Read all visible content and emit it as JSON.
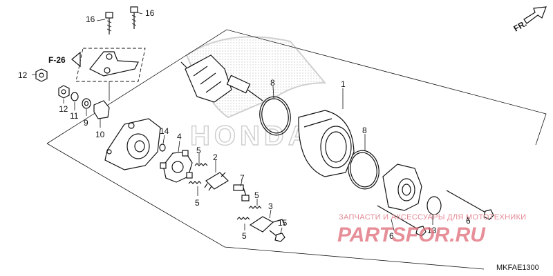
{
  "diagram": {
    "fr_label": "FR.",
    "ref_label": "F-26",
    "code": "MKFAE1300",
    "logo_text": "HONDA",
    "callouts": {
      "c1": "1",
      "c2": "2",
      "c3": "3",
      "c4": "4",
      "c5a": "5",
      "c5b": "5",
      "c5c": "5",
      "c5d": "5",
      "c6a": "6",
      "c6b": "6",
      "c7": "7",
      "c8a": "8",
      "c8b": "8",
      "c9": "9",
      "c10": "10",
      "c11": "11",
      "c12a": "12",
      "c12b": "12",
      "c13": "13",
      "c14": "14",
      "c15": "15",
      "c16a": "16",
      "c16b": "16"
    }
  },
  "watermark": {
    "line1": "ЗАПЧАСТИ И АКСЕССУАРЫ ДЛЯ МОТОТЕХНИКИ",
    "line2": "PARTSFOR.RU"
  }
}
